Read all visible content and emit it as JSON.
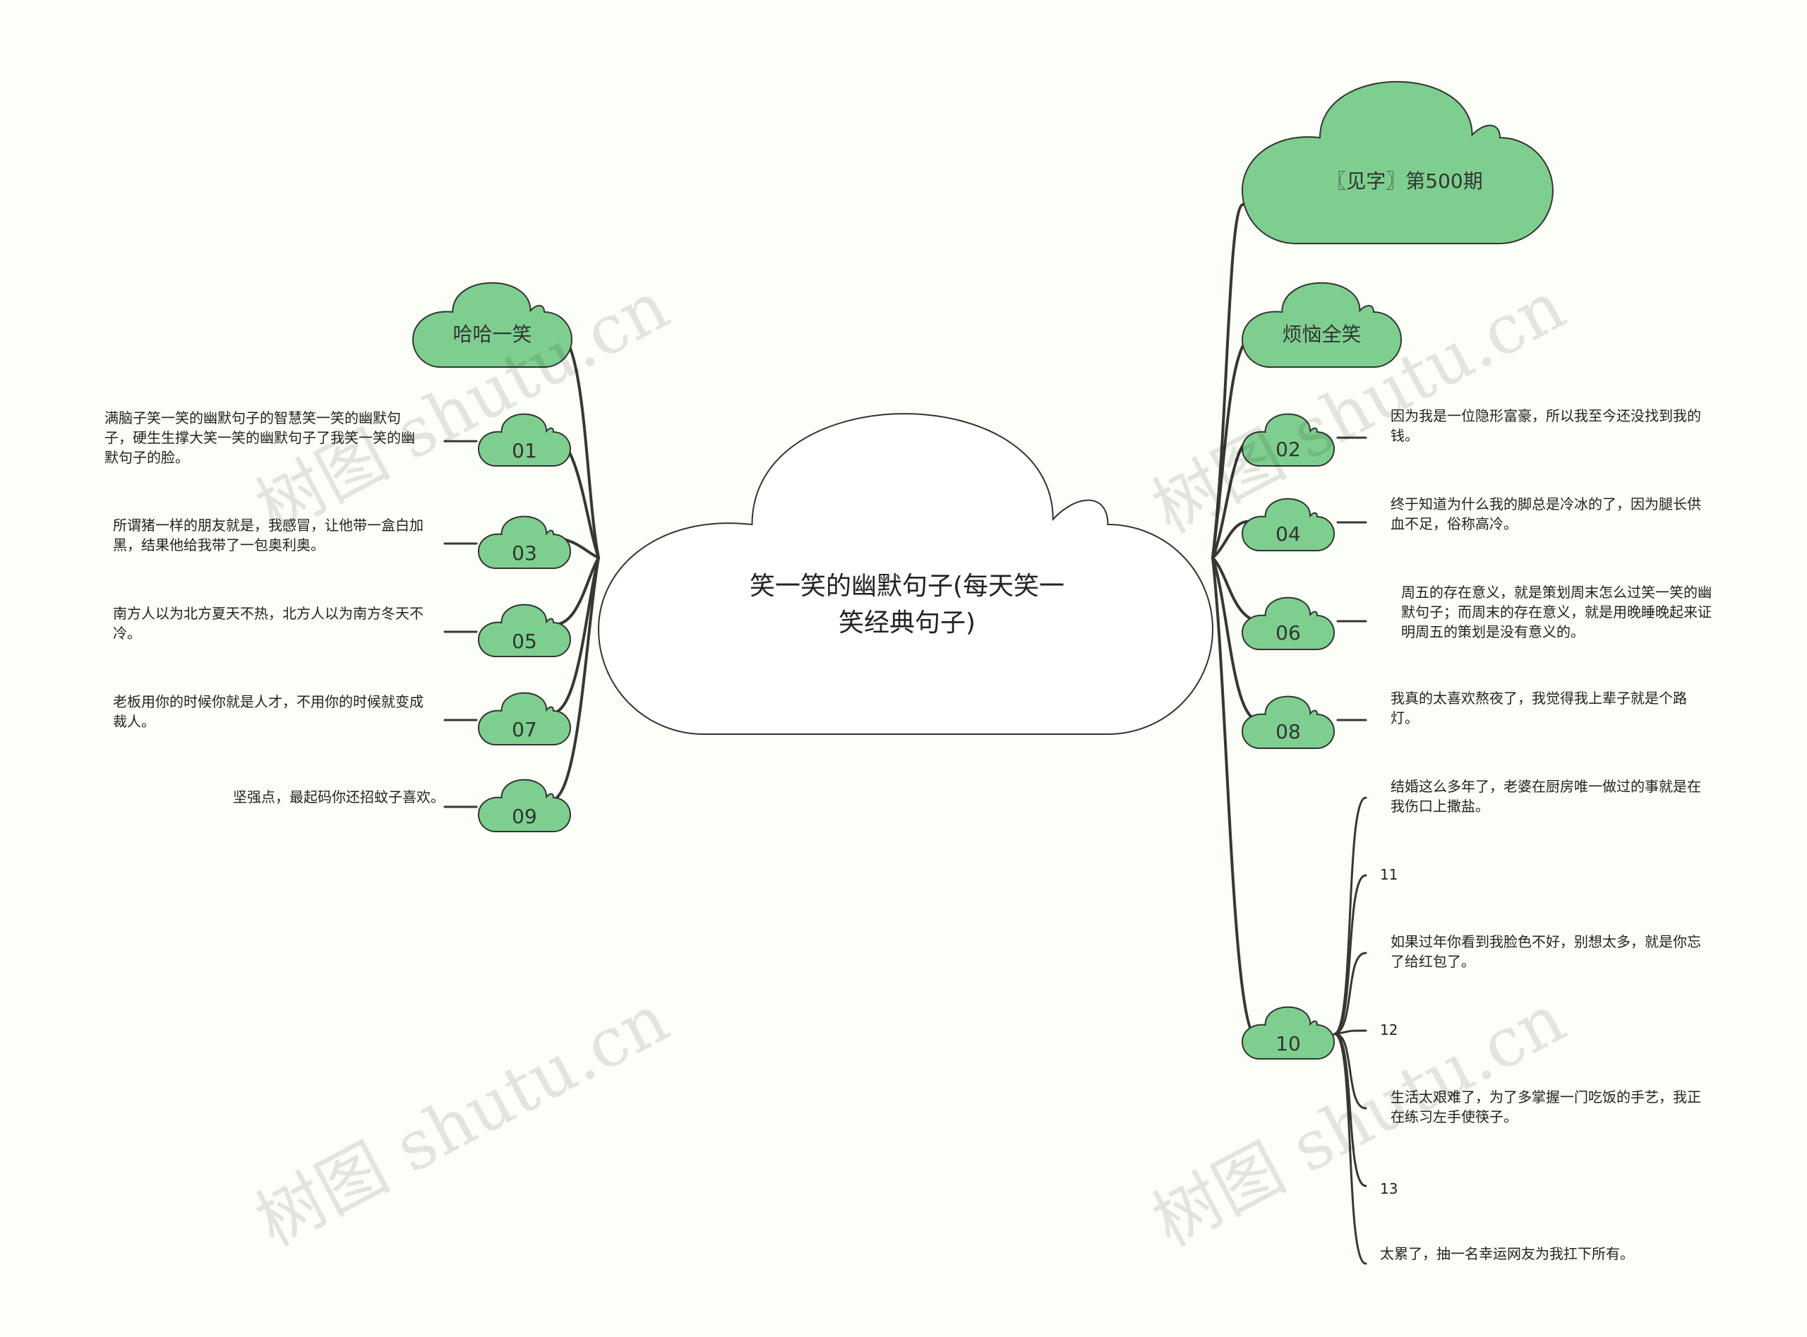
{
  "colors": {
    "node_fill": "#7ecf8f",
    "center_fill": "#ffffff",
    "stroke": "#333333",
    "background": "#fbfff7"
  },
  "center": {
    "title": "笑一笑的幽默句子(每天笑一笑经典句子)"
  },
  "branches": {
    "top_right": "〖见字〗第500期",
    "left": "哈哈一笑",
    "right": "烦恼全笑"
  },
  "left_nodes": [
    {
      "label": "01",
      "text": "满脑子笑一笑的幽默句子的智慧笑一笑的幽默句子，硬生生撑大笑一笑的幽默句子了我笑一笑的幽默句子的脸。"
    },
    {
      "label": "03",
      "text": "所谓猪一样的朋友就是，我感冒，让他带一盒白加黑，结果他给我带了一包奥利奥。"
    },
    {
      "label": "05",
      "text": "南方人以为北方夏天不热，北方人以为南方冬天不冷。"
    },
    {
      "label": "07",
      "text": "老板用你的时候你就是人才，不用你的时候就变成裁人。"
    },
    {
      "label": "09",
      "text": "坚强点，最起码你还招蚊子喜欢。"
    }
  ],
  "right_nodes": [
    {
      "label": "02",
      "text": "因为我是一位隐形富豪，所以我至今还没找到我的钱。"
    },
    {
      "label": "04",
      "text": "终于知道为什么我的脚总是冷冰的了，因为腿长供血不足，俗称高冷。"
    },
    {
      "label": "06",
      "text": "周五的存在意义，就是策划周末怎么过笑一笑的幽默句子；而周末的存在意义，就是用晚睡晚起来证明周五的策划是没有意义的。"
    },
    {
      "label": "08",
      "text": "我真的太喜欢熬夜了，我觉得我上辈子就是个路灯。"
    }
  ],
  "node10": {
    "label": "10",
    "items": [
      {
        "type": "text",
        "text": "结婚这么多年了，老婆在厨房唯一做过的事就是在我伤口上撒盐。"
      },
      {
        "type": "num",
        "text": "11"
      },
      {
        "type": "text",
        "text": "如果过年你看到我脸色不好，别想太多，就是你忘了给红包了。"
      },
      {
        "type": "num",
        "text": "12"
      },
      {
        "type": "text",
        "text": "生活太艰难了，为了多掌握一门吃饭的手艺，我正在练习左手使筷子。"
      },
      {
        "type": "num",
        "text": "13"
      },
      {
        "type": "text",
        "text": "太累了，抽一名幸运网友为我扛下所有。"
      }
    ]
  },
  "watermark": "树图 shutu.cn"
}
